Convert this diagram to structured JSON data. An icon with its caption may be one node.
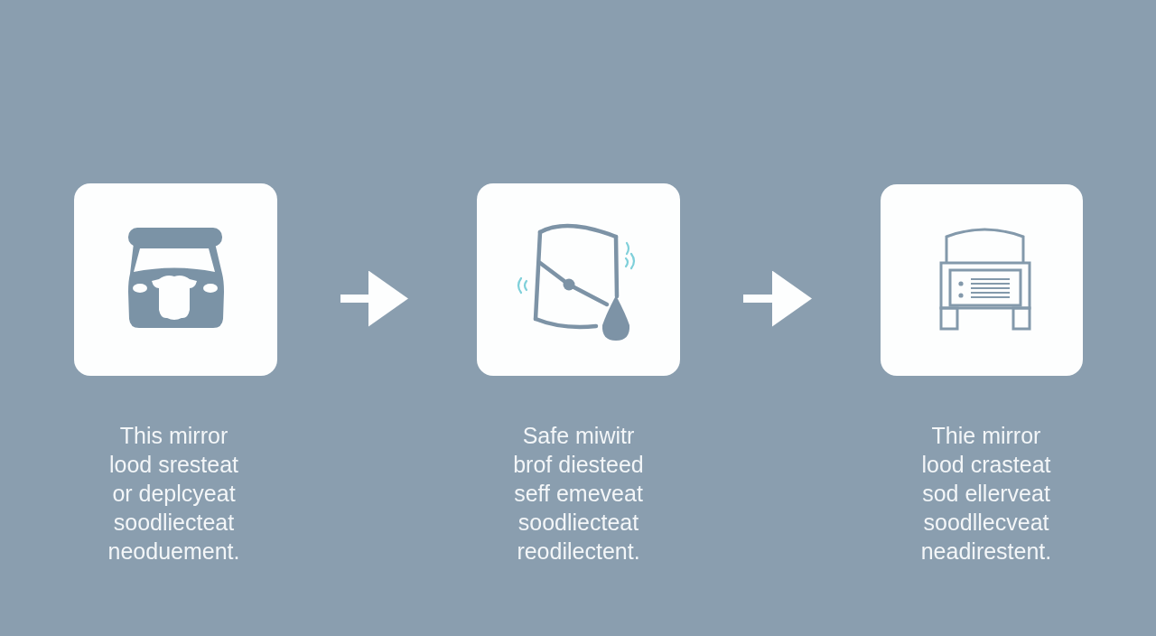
{
  "diagram": {
    "nodes": [
      {
        "text": [],
        "shape": "box",
        "beside": [
          "This mirror lood sresteat or deplcyeat soodliecteat neoduement."
        ]
      },
      {
        "text": [],
        "shape": "box",
        "beside": [
          "Safe miwitr brof diesteed seff emeveat soodliecteat reodilectent."
        ]
      },
      {
        "text": [],
        "shape": "box",
        "beside": [
          "Thie mirror lood crasteat sod ellerveat soodllecveat neadirestent."
        ]
      }
    ],
    "edges": [
      {
        "from": 0,
        "to": 1,
        "arrow": "to"
      },
      {
        "from": 1,
        "to": 2,
        "arrow": "to"
      }
    ]
  }
}
